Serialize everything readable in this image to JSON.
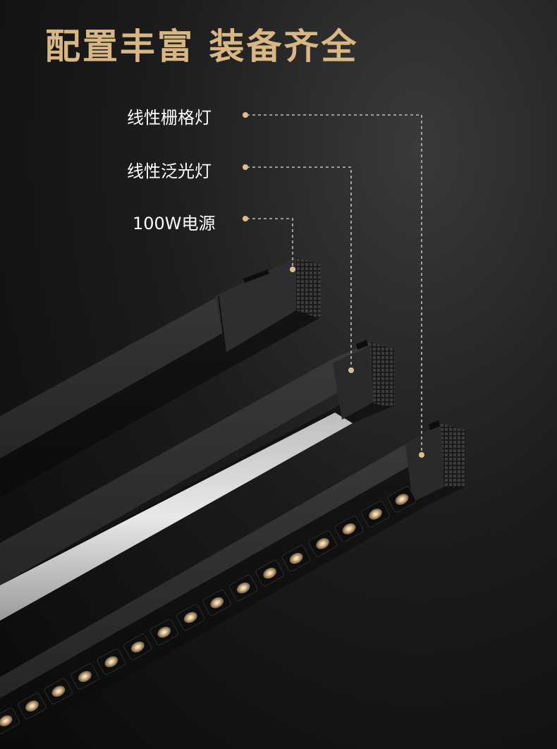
{
  "title": "配置丰富 装备齐全",
  "callouts": [
    {
      "label": "线性栅格灯"
    },
    {
      "label": "线性泛光灯"
    },
    {
      "label": "100W电源"
    }
  ],
  "colors": {
    "title_gold": "#d9b784",
    "callout_dot": "#e2bf8a",
    "background_dark": "#0a0a0a",
    "fixture_black": "#1b1b1b"
  }
}
